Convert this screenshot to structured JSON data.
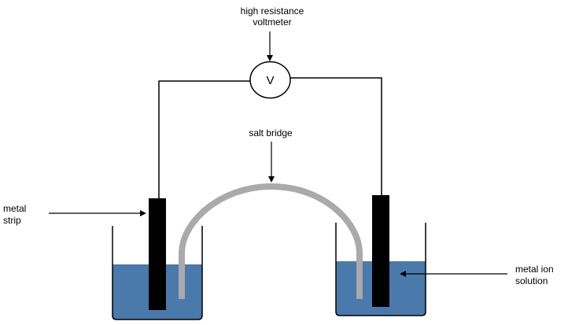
{
  "labels": {
    "voltmeter_line1": "high resistance",
    "voltmeter_line2": "voltmeter",
    "voltmeter_symbol": "V",
    "salt_bridge": "salt bridge",
    "metal_strip_line1": "metal",
    "metal_strip_line2": "strip",
    "solution_line1": "metal ion",
    "solution_line2": "solution"
  },
  "colors": {
    "solution": "#4a79ab",
    "salt_bridge": "#aaaaaa",
    "electrode": "#000000",
    "wire": "#000000"
  }
}
